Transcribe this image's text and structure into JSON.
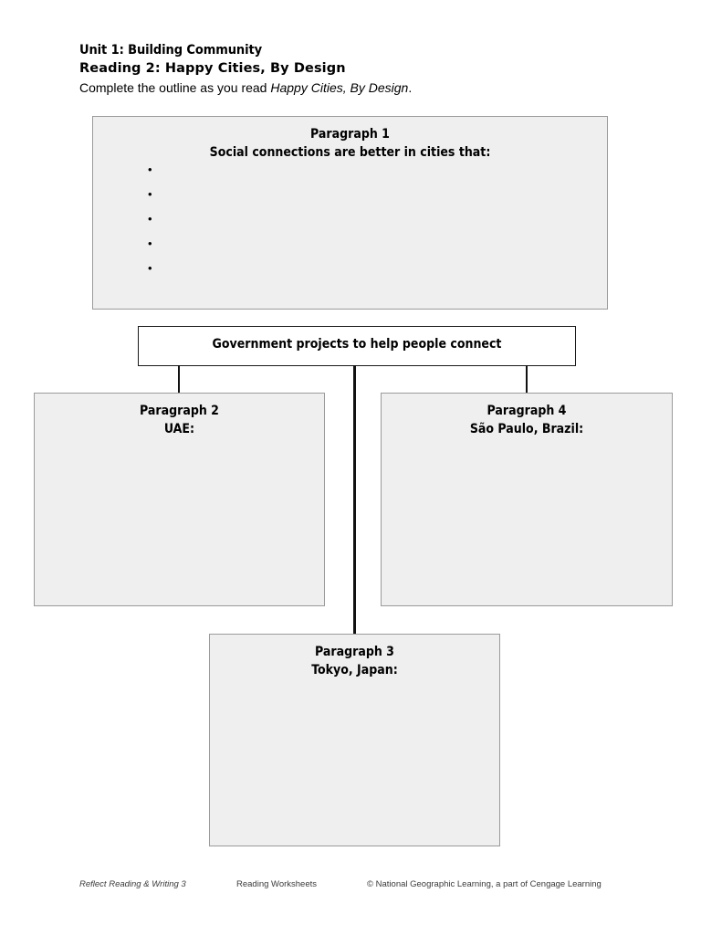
{
  "header": {
    "unit": "Unit 1: Building Community",
    "reading": "Reading 2: Happy Cities, By Design",
    "instruction_prefix": "Complete the outline as you read ",
    "instruction_italic": "Happy Cities, By Design",
    "instruction_suffix": "."
  },
  "diagram": {
    "paragraph1": {
      "title": "Paragraph 1",
      "subtitle": "Social connections are better in cities that:",
      "bullets": [
        "",
        "",
        "",
        "",
        ""
      ],
      "bullet_count": 5,
      "fill_color": "#efefef",
      "border_color": "#9a9a9a"
    },
    "government": {
      "title": "Government projects to help people connect",
      "fill_color": "#ffffff",
      "border_color": "#1a1a1a"
    },
    "paragraph2": {
      "title": "Paragraph 2",
      "subtitle": "UAE:",
      "fill_color": "#efefef",
      "border_color": "#9a9a9a"
    },
    "paragraph4": {
      "title": "Paragraph 4",
      "subtitle": "São Paulo, Brazil:",
      "fill_color": "#efefef",
      "border_color": "#9a9a9a"
    },
    "paragraph3": {
      "title": "Paragraph 3",
      "subtitle": "Tokyo, Japan:",
      "fill_color": "#efefef",
      "border_color": "#9a9a9a"
    }
  },
  "footer": {
    "book_title": "Reflect Reading & Writing 3",
    "section": "Reading Worksheets",
    "copyright": "© National Geographic Learning, a part of Cengage Learning"
  }
}
